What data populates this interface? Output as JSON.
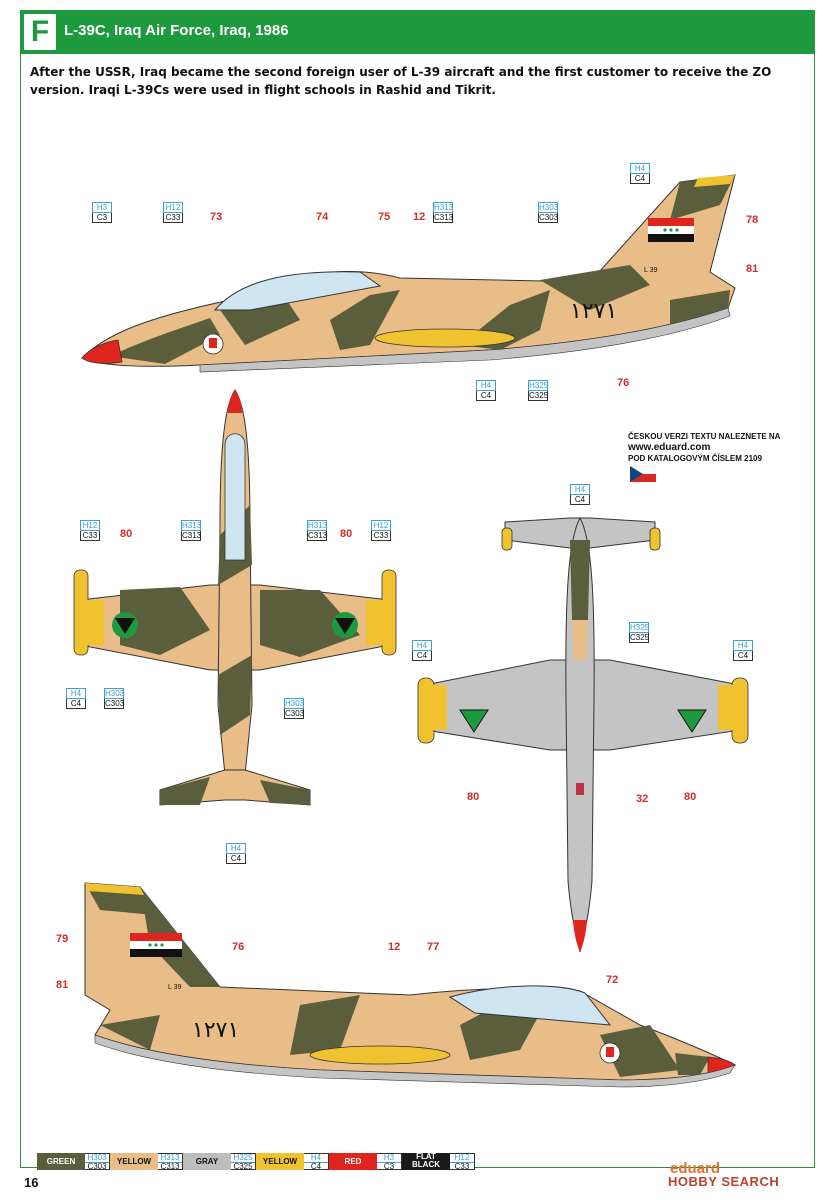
{
  "header": {
    "letter": "F",
    "title": "L-39C, Iraq Air Force, Iraq, 1986"
  },
  "description": "After the USSR, Iraq became the second foreign user of L-39 aircraft and the first customer to receive the ZO version. Iraqi L-39Cs were used in flight schools in Rashid and Tikrit.",
  "czech_note": {
    "line1": "ČESKOU VERZI TEXTU NALEZNETE NA",
    "url": "www.eduard.com",
    "line3": "POD KATALOGOVÝM ČÍSLEM 2109"
  },
  "decals": {
    "side_top": [
      "73",
      "74",
      "75",
      "12",
      "78",
      "81",
      "76"
    ],
    "top_view": [
      "80",
      "80"
    ],
    "bottom_view": [
      "80",
      "32",
      "80"
    ],
    "side_bottom": [
      "79",
      "76",
      "12",
      "77",
      "81",
      "72"
    ]
  },
  "paint_codes": {
    "h3": "H3",
    "c3": "C3",
    "h12": "H12",
    "c33": "C33",
    "h313": "H313",
    "c313": "C313",
    "h303": "H303",
    "c303": "C303",
    "h4": "H4",
    "c4": "C4",
    "h325": "H325",
    "c325": "C325"
  },
  "aircraft": {
    "serial": "١٢٧١",
    "type_mark": "L 39"
  },
  "legend": [
    {
      "name": "GREEN",
      "h": "H303",
      "c": "C303",
      "color": "#5b5e3c",
      "text_color": "#ffffff"
    },
    {
      "name": "YELLOW",
      "h": "H313",
      "c": "C313",
      "color": "#e9bd87",
      "text_color": "#111111"
    },
    {
      "name": "GRAY",
      "h": "H325",
      "c": "C325",
      "color": "#bdbdbd",
      "text_color": "#111111"
    },
    {
      "name": "YELLOW",
      "h": "H4",
      "c": "C4",
      "color": "#f1c230",
      "text_color": "#111111"
    },
    {
      "name": "RED",
      "h": "H3",
      "c": "C3",
      "color": "#e0251f",
      "text_color": "#ffffff"
    },
    {
      "name": "FLAT BLACK",
      "h": "H12",
      "c": "C33",
      "color": "#1a1a1a",
      "text_color": "#ffffff"
    }
  ],
  "footer": {
    "page_number": "16",
    "brand": "eduard",
    "watermark": "HOBBY SEARCH"
  },
  "colors": {
    "header_green": "#1e9a3e",
    "camo_green": "#5b5e3c",
    "camo_sand": "#e9bd87",
    "underside_gray": "#c4c4c4",
    "tip_yellow": "#f1c230",
    "nose_red": "#e0251f",
    "canopy": "#cfe6f2"
  }
}
